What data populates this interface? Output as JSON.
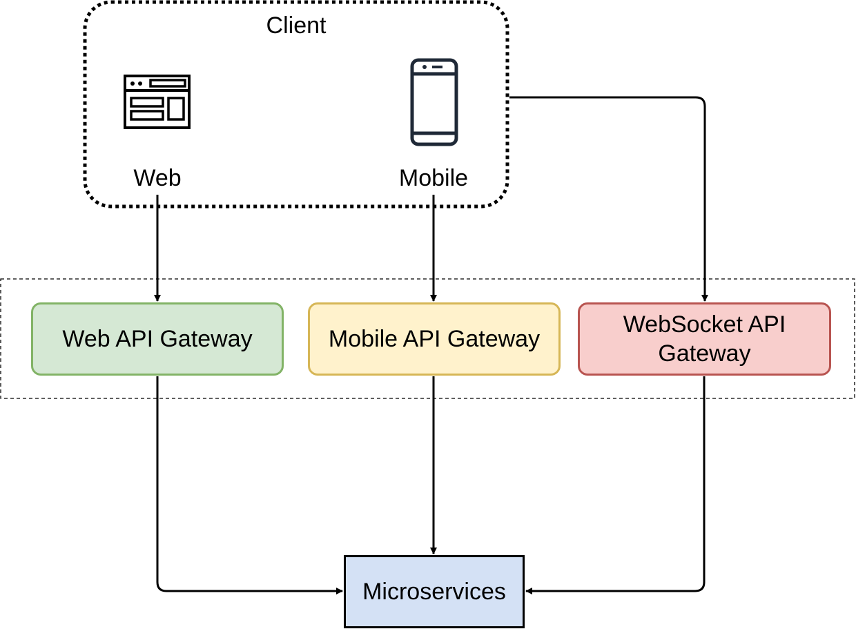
{
  "client": {
    "title": "Client",
    "web_label": "Web",
    "mobile_label": "Mobile",
    "web_icon": "browser-window-icon",
    "mobile_icon": "smartphone-icon"
  },
  "gateways": [
    {
      "label": "Web API Gateway",
      "fill": "#d5e8d4",
      "stroke": "#82b366"
    },
    {
      "label": "Mobile API Gateway",
      "fill": "#fff2cc",
      "stroke": "#d6b656"
    },
    {
      "label": "WebSocket API Gateway",
      "fill": "#f8cecc",
      "stroke": "#b85450"
    }
  ],
  "target": {
    "label": "Microservices",
    "fill": "#d4e1f5",
    "stroke": "#000000"
  },
  "edges": [
    {
      "from": "Web",
      "to": "Web API Gateway"
    },
    {
      "from": "Mobile",
      "to": "Mobile API Gateway"
    },
    {
      "from": "Client",
      "to": "WebSocket API Gateway"
    },
    {
      "from": "Web API Gateway",
      "to": "Microservices"
    },
    {
      "from": "Mobile API Gateway",
      "to": "Microservices"
    },
    {
      "from": "WebSocket API Gateway",
      "to": "Microservices"
    }
  ]
}
